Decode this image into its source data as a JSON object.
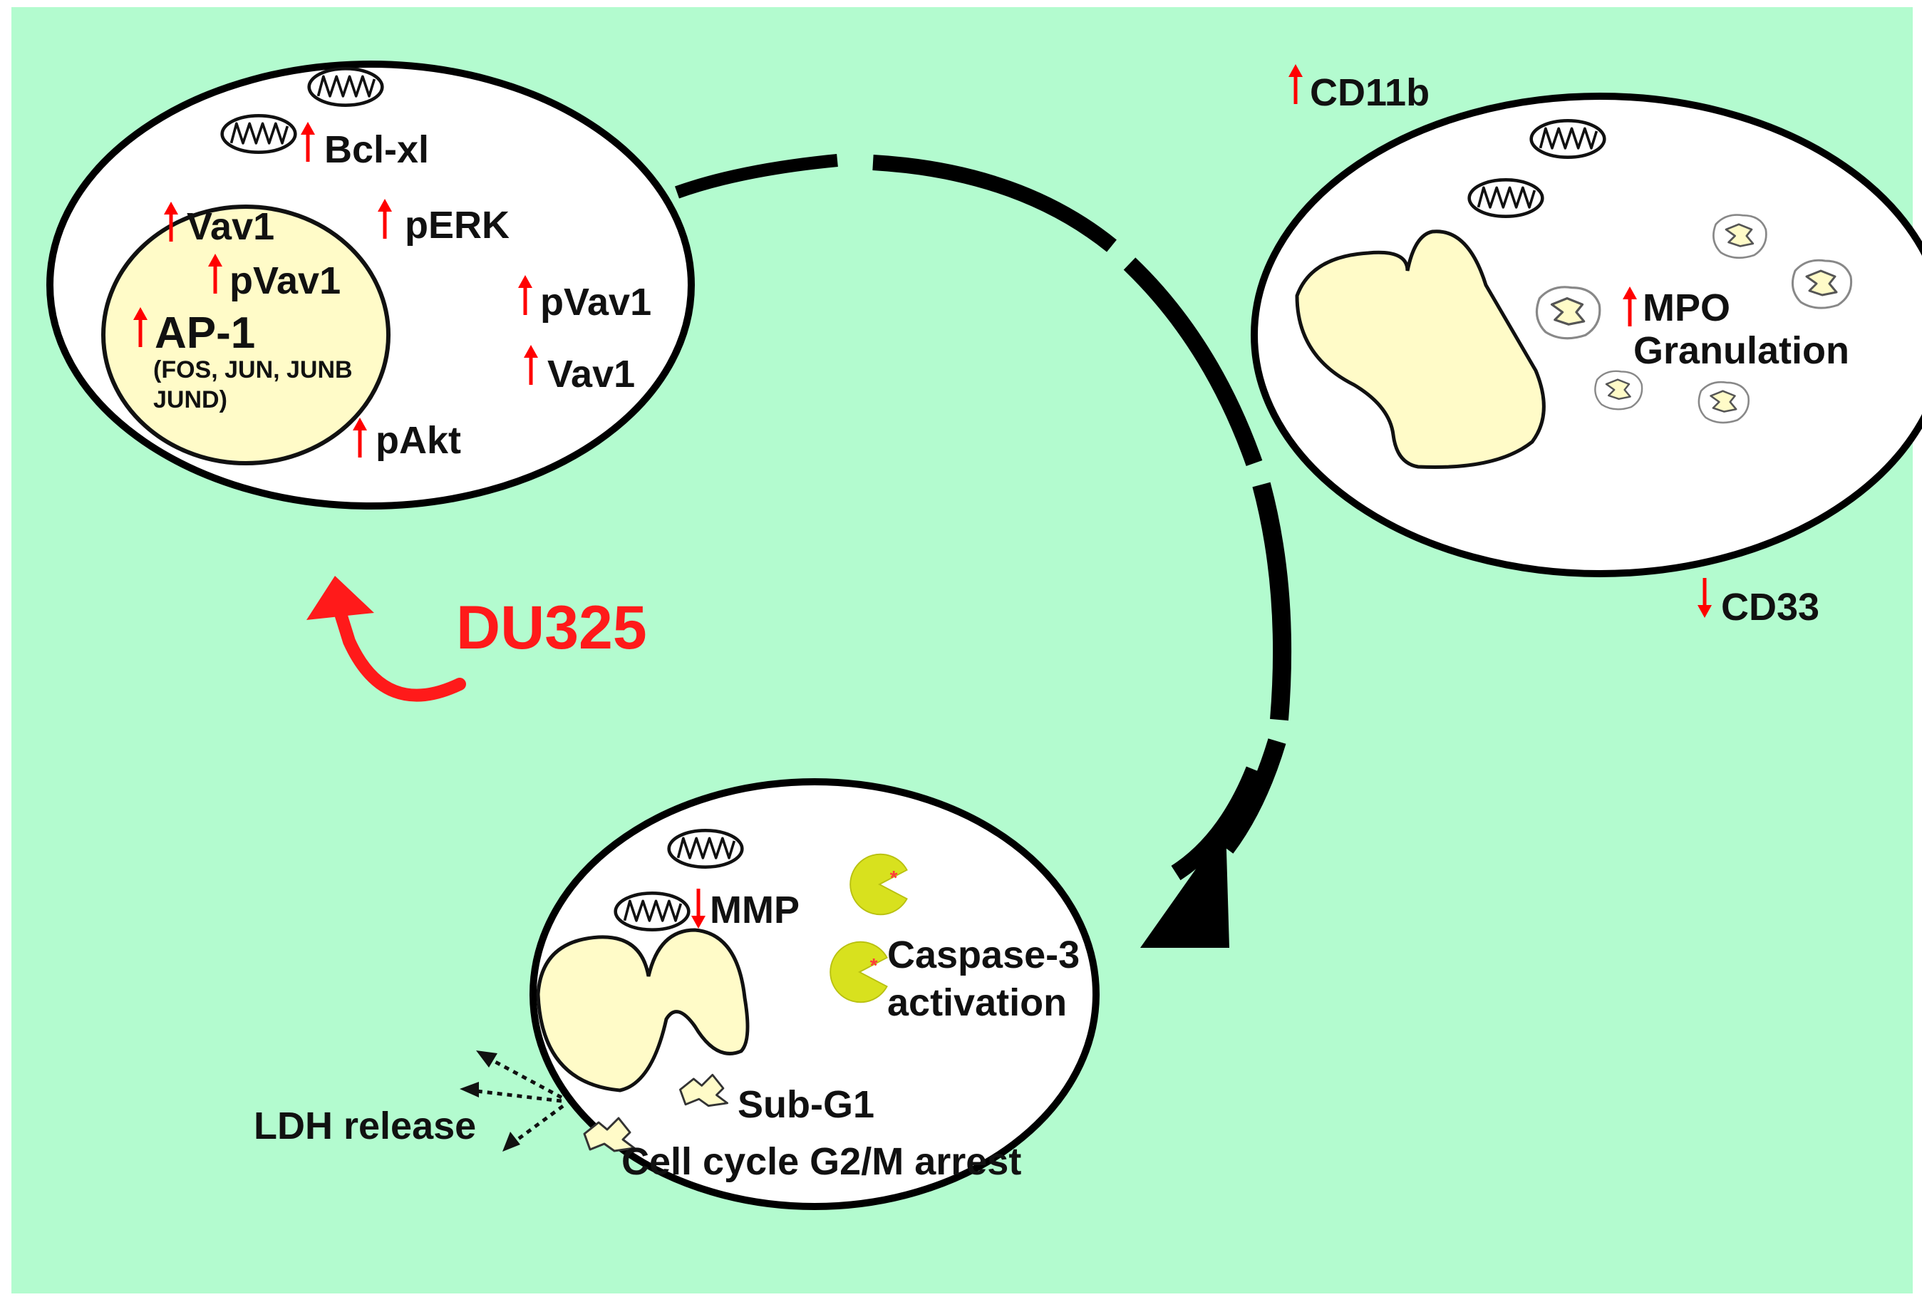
{
  "colors": {
    "background": "#b3fbcf",
    "cell_fill": "#ffffff",
    "nucleus_fill": "#fffbc8",
    "regulation_arrow": "#ff0000",
    "flow_arrow": "#000000",
    "drug_label": "#ff1a1a",
    "caspase": "#d8e11e"
  },
  "drug": {
    "label": "DU325"
  },
  "cell_signaling": {
    "nucleus_labels": [
      {
        "text": "Vav1",
        "direction": "up"
      },
      {
        "text": "pVav1",
        "direction": "up"
      },
      {
        "text": "AP-1",
        "direction": "up"
      }
    ],
    "ap1_genes": [
      "(FOS, JUN, JUNB",
      "JUND)"
    ],
    "cytoplasm_labels": [
      {
        "text": "Bcl-xl",
        "direction": "up"
      },
      {
        "text": "pERK",
        "direction": "up"
      },
      {
        "text": "pVav1",
        "direction": "up"
      },
      {
        "text": "Vav1",
        "direction": "up"
      },
      {
        "text": "pAkt",
        "direction": "up"
      }
    ]
  },
  "cell_differentiation": {
    "surface_markers": [
      {
        "text": "CD11b",
        "direction": "up"
      },
      {
        "text": "CD33",
        "direction": "down"
      }
    ],
    "granule_labels": [
      {
        "text": "MPO",
        "direction": "up"
      },
      {
        "text": "Granulation",
        "direction": "none"
      }
    ]
  },
  "cell_apoptosis": {
    "mmp": {
      "text": "MMP",
      "direction": "down"
    },
    "caspase_lines": [
      "Caspase-3",
      "activation"
    ],
    "sub_g1": "Sub-G1",
    "cell_cycle": "Cell cycle G2/M arrest",
    "ldh": "LDH release"
  },
  "icons": [
    "mitochondrion-icon",
    "caspase-icon",
    "granule-icon",
    "cell-fragment-icon"
  ]
}
